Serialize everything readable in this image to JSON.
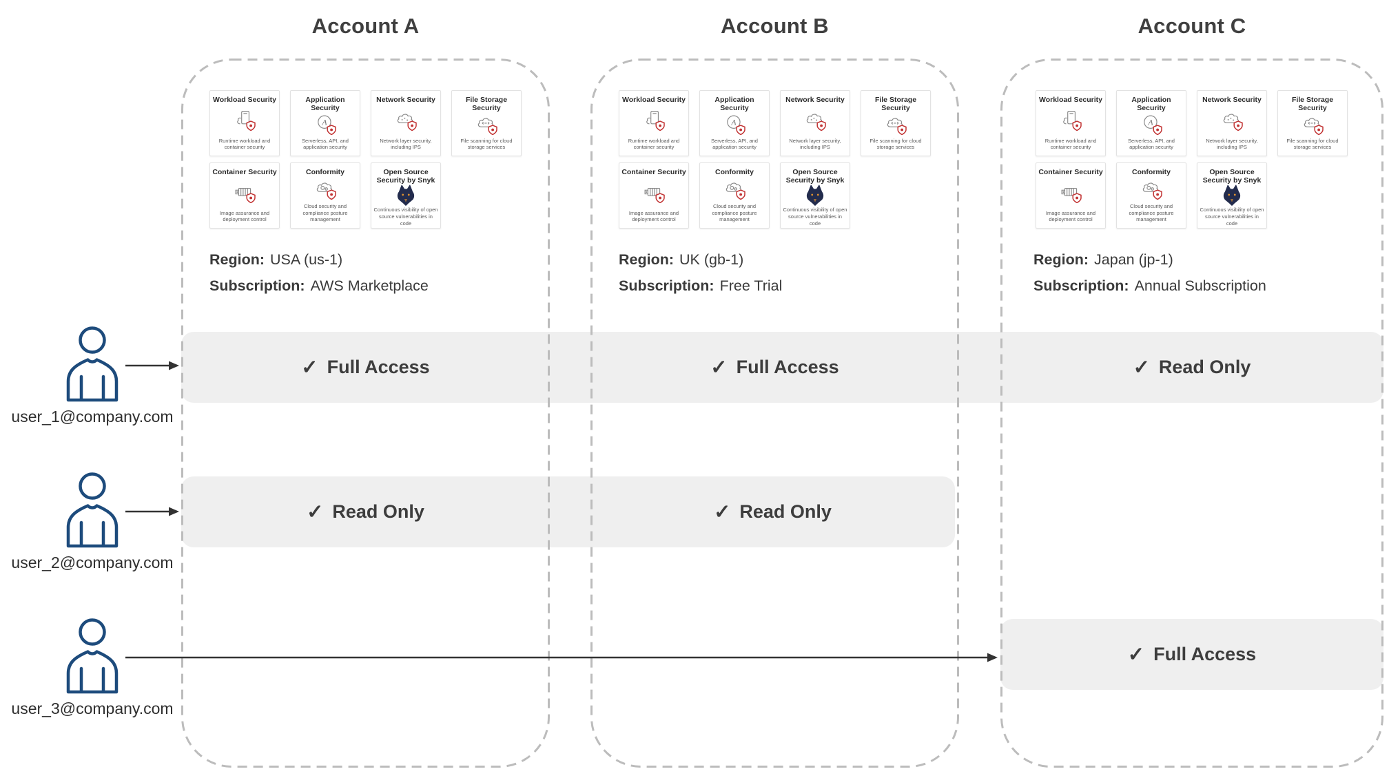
{
  "accounts": [
    {
      "title": "Account A",
      "region": "USA (us-1)",
      "subscription": "AWS Marketplace"
    },
    {
      "title": "Account B",
      "region": "UK (gb-1)",
      "subscription": "Free Trial"
    },
    {
      "title": "Account C",
      "region": "Japan (jp-1)",
      "subscription": "Annual Subscription"
    }
  ],
  "labels": {
    "region": "Region:",
    "subscription": "Subscription:",
    "check": "✓"
  },
  "service_cards": [
    {
      "title": "Workload Security",
      "description": "Runtime workload and container security",
      "icon": "workload-security-icon"
    },
    {
      "title": "Application Security",
      "description": "Serverless, API, and application security",
      "icon": "application-security-icon"
    },
    {
      "title": "Network Security",
      "description": "Network layer security, including IPS",
      "icon": "network-security-icon"
    },
    {
      "title": "File Storage Security",
      "description": "File scanning for cloud storage services",
      "icon": "file-storage-security-icon"
    },
    {
      "title": "Container Security",
      "description": "Image assurance and deployment control",
      "icon": "container-security-icon"
    },
    {
      "title": "Conformity",
      "description": "Cloud security and compliance posture management",
      "icon": "conformity-icon"
    },
    {
      "title": "Open Source Security by Snyk",
      "description": "Continuous visibility of open source vulnerabilities in code",
      "icon": "snyk-icon"
    }
  ],
  "users": [
    {
      "email": "user_1@company.com"
    },
    {
      "email": "user_2@company.com"
    },
    {
      "email": "user_3@company.com"
    }
  ],
  "access_rows": [
    {
      "user": "user_1@company.com",
      "entries": [
        {
          "account": "Account A",
          "label": "Full Access"
        },
        {
          "account": "Account B",
          "label": "Full Access"
        },
        {
          "account": "Account C",
          "label": "Read Only"
        }
      ]
    },
    {
      "user": "user_2@company.com",
      "entries": [
        {
          "account": "Account A",
          "label": "Read Only"
        },
        {
          "account": "Account B",
          "label": "Read Only"
        }
      ]
    },
    {
      "user": "user_3@company.com",
      "entries": [
        {
          "account": "Account C",
          "label": "Full Access"
        }
      ]
    }
  ],
  "colors": {
    "bar_gray": "#efefef",
    "dashed_border": "#bcbcbc",
    "text_dark": "#3d3d3d",
    "user_icon_navy": "#1d4b7c",
    "arrow": "#333333",
    "shield_red": "#c23434",
    "snyk_navy": "#232c4d"
  }
}
